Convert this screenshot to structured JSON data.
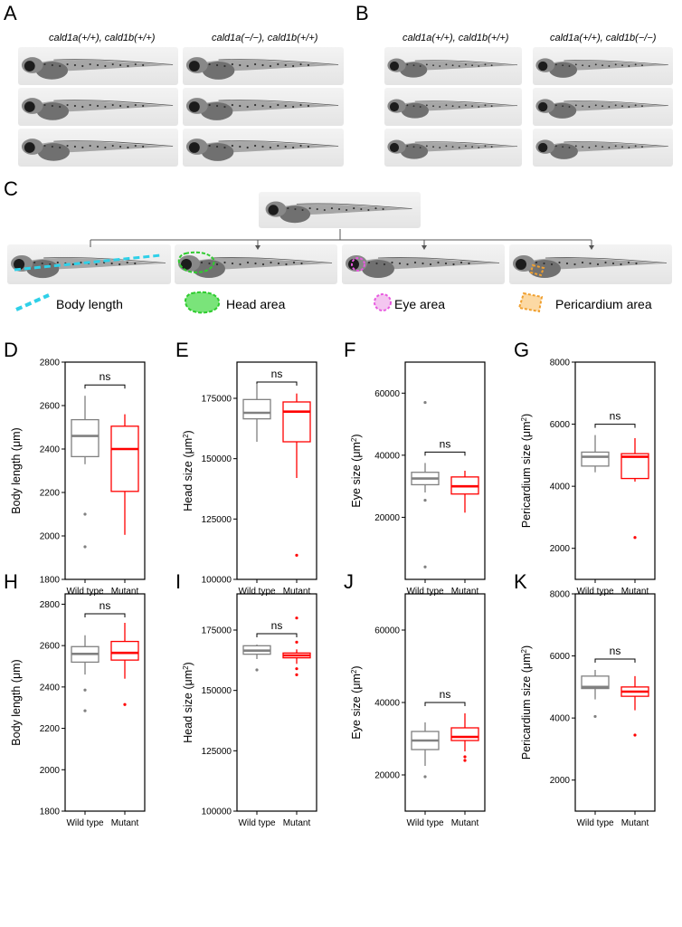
{
  "panels": {
    "A": {
      "letter": "A",
      "wt_label": "cald1a(+/+), cald1b(+/+)",
      "mut_label": "cald1a(−/−), cald1b(+/+)"
    },
    "B": {
      "letter": "B",
      "wt_label": "cald1a(+/+), cald1b(+/+)",
      "mut_label": "cald1a(+/+), cald1b(−/−)"
    },
    "C": {
      "letter": "C",
      "legend": [
        {
          "label": "Body length",
          "color": "#2fd0e8"
        },
        {
          "label": "Head area",
          "color": "#2fcc2f"
        },
        {
          "label": "Eye area",
          "color": "#e85ae0"
        },
        {
          "label": "Pericardium area",
          "color": "#f0a030"
        }
      ]
    }
  },
  "chart_data": [
    {
      "panel": "D",
      "type": "box",
      "ylabel": "Body length (μm)",
      "ylim": [
        1800,
        2800
      ],
      "yticks": [
        "1800",
        "2000",
        "2200",
        "2400",
        "2600",
        "2800"
      ],
      "tick_values": [
        1800,
        2000,
        2200,
        2400,
        2600,
        2800
      ],
      "categories": [
        "Wild type",
        "Mutant"
      ],
      "annotation": "ns",
      "series": [
        {
          "q1": 2365,
          "median": 2460,
          "q3": 2535,
          "whisker_low": 2330,
          "whisker_high": 2645,
          "outliers": [
            2100,
            1950
          ]
        },
        {
          "q1": 2205,
          "median": 2400,
          "q3": 2505,
          "whisker_low": 2005,
          "whisker_high": 2560,
          "outliers": []
        }
      ]
    },
    {
      "panel": "E",
      "type": "box",
      "ylabel": "Head size (μm2)",
      "ylim": [
        100000,
        190000
      ],
      "yticks": [
        "100000",
        "125000",
        "150000",
        "175000"
      ],
      "tick_values": [
        100000,
        125000,
        150000,
        175000
      ],
      "categories": [
        "Wild type",
        "Mutant"
      ],
      "annotation": "ns",
      "series": [
        {
          "q1": 166500,
          "median": 169000,
          "q3": 174500,
          "whisker_low": 157000,
          "whisker_high": 181000,
          "outliers": []
        },
        {
          "q1": 157000,
          "median": 169500,
          "q3": 173500,
          "whisker_low": 142000,
          "whisker_high": 177000,
          "outliers": [
            110000
          ]
        }
      ]
    },
    {
      "panel": "F",
      "type": "box",
      "ylabel": "Eye size (μm2)",
      "ylim": [
        0,
        70000
      ],
      "yticks": [
        "20000",
        "40000",
        "60000"
      ],
      "tick_values": [
        20000,
        40000,
        60000
      ],
      "categories": [
        "Wild type",
        "Mutant"
      ],
      "annotation": "ns",
      "series": [
        {
          "q1": 30500,
          "median": 32500,
          "q3": 34500,
          "whisker_low": 28000,
          "whisker_high": 37500,
          "outliers": [
            57000,
            25500,
            4000
          ]
        },
        {
          "q1": 27500,
          "median": 30000,
          "q3": 33000,
          "whisker_low": 21500,
          "whisker_high": 35000,
          "outliers": []
        }
      ]
    },
    {
      "panel": "G",
      "type": "box",
      "ylabel": "Pericardium size (μm2)",
      "ylim": [
        1000,
        8000
      ],
      "yticks": [
        "2000",
        "4000",
        "6000",
        "8000"
      ],
      "tick_values": [
        2000,
        4000,
        6000,
        8000
      ],
      "categories": [
        "Wild type",
        "Mutant"
      ],
      "annotation": "ns",
      "series": [
        {
          "q1": 4650,
          "median": 4950,
          "q3": 5100,
          "whisker_low": 4450,
          "whisker_high": 5650,
          "outliers": []
        },
        {
          "q1": 4250,
          "median": 4950,
          "q3": 5050,
          "whisker_low": 4150,
          "whisker_high": 5550,
          "outliers": [
            2350
          ]
        }
      ]
    },
    {
      "panel": "H",
      "type": "box",
      "ylabel": "Body length (μm)",
      "ylim": [
        1800,
        2850
      ],
      "yticks": [
        "1800",
        "2000",
        "2200",
        "2400",
        "2600",
        "2800"
      ],
      "tick_values": [
        1800,
        2000,
        2200,
        2400,
        2600,
        2800
      ],
      "categories": [
        "Wild type",
        "Mutant"
      ],
      "annotation": "ns",
      "series": [
        {
          "q1": 2520,
          "median": 2560,
          "q3": 2595,
          "whisker_low": 2460,
          "whisker_high": 2650,
          "outliers": [
            2385,
            2285
          ]
        },
        {
          "q1": 2530,
          "median": 2565,
          "q3": 2620,
          "whisker_low": 2440,
          "whisker_high": 2710,
          "outliers": [
            2315
          ]
        }
      ]
    },
    {
      "panel": "I",
      "type": "box",
      "ylabel": "Head size (μm2)",
      "ylim": [
        100000,
        190000
      ],
      "yticks": [
        "100000",
        "125000",
        "150000",
        "175000"
      ],
      "tick_values": [
        100000,
        125000,
        150000,
        175000
      ],
      "categories": [
        "Wild type",
        "Mutant"
      ],
      "annotation": "ns",
      "series": [
        {
          "q1": 165000,
          "median": 166500,
          "q3": 168500,
          "whisker_low": 163000,
          "whisker_high": 169000,
          "outliers": [
            158500
          ]
        },
        {
          "q1": 163500,
          "median": 164500,
          "q3": 165500,
          "whisker_low": 161000,
          "whisker_high": 167000,
          "outliers": [
            180000,
            170000,
            159000,
            156500
          ]
        }
      ]
    },
    {
      "panel": "J",
      "type": "box",
      "ylabel": "Eye size (μm2)",
      "ylim": [
        10000,
        70000
      ],
      "yticks": [
        "20000",
        "40000",
        "60000"
      ],
      "tick_values": [
        20000,
        40000,
        60000
      ],
      "categories": [
        "Wild type",
        "Mutant"
      ],
      "annotation": "ns",
      "series": [
        {
          "q1": 27000,
          "median": 29500,
          "q3": 32000,
          "whisker_low": 22500,
          "whisker_high": 34500,
          "outliers": [
            19500
          ]
        },
        {
          "q1": 29500,
          "median": 30500,
          "q3": 33000,
          "whisker_low": 26500,
          "whisker_high": 37000,
          "outliers": [
            25000,
            24000
          ]
        }
      ]
    },
    {
      "panel": "K",
      "type": "box",
      "ylabel": "Pericardium size (μm2)",
      "ylim": [
        1000,
        8000
      ],
      "yticks": [
        "2000",
        "4000",
        "6000",
        "8000"
      ],
      "tick_values": [
        2000,
        4000,
        6000,
        8000
      ],
      "categories": [
        "Wild type",
        "Mutant"
      ],
      "annotation": "ns",
      "series": [
        {
          "q1": 4950,
          "median": 5000,
          "q3": 5350,
          "whisker_low": 4600,
          "whisker_high": 5550,
          "outliers": [
            4050
          ]
        },
        {
          "q1": 4700,
          "median": 4850,
          "q3": 5000,
          "whisker_low": 4250,
          "whisker_high": 5350,
          "outliers": [
            3450
          ]
        }
      ]
    }
  ],
  "colors": {
    "wild_type": "#808080",
    "mutant": "#ff0000"
  }
}
